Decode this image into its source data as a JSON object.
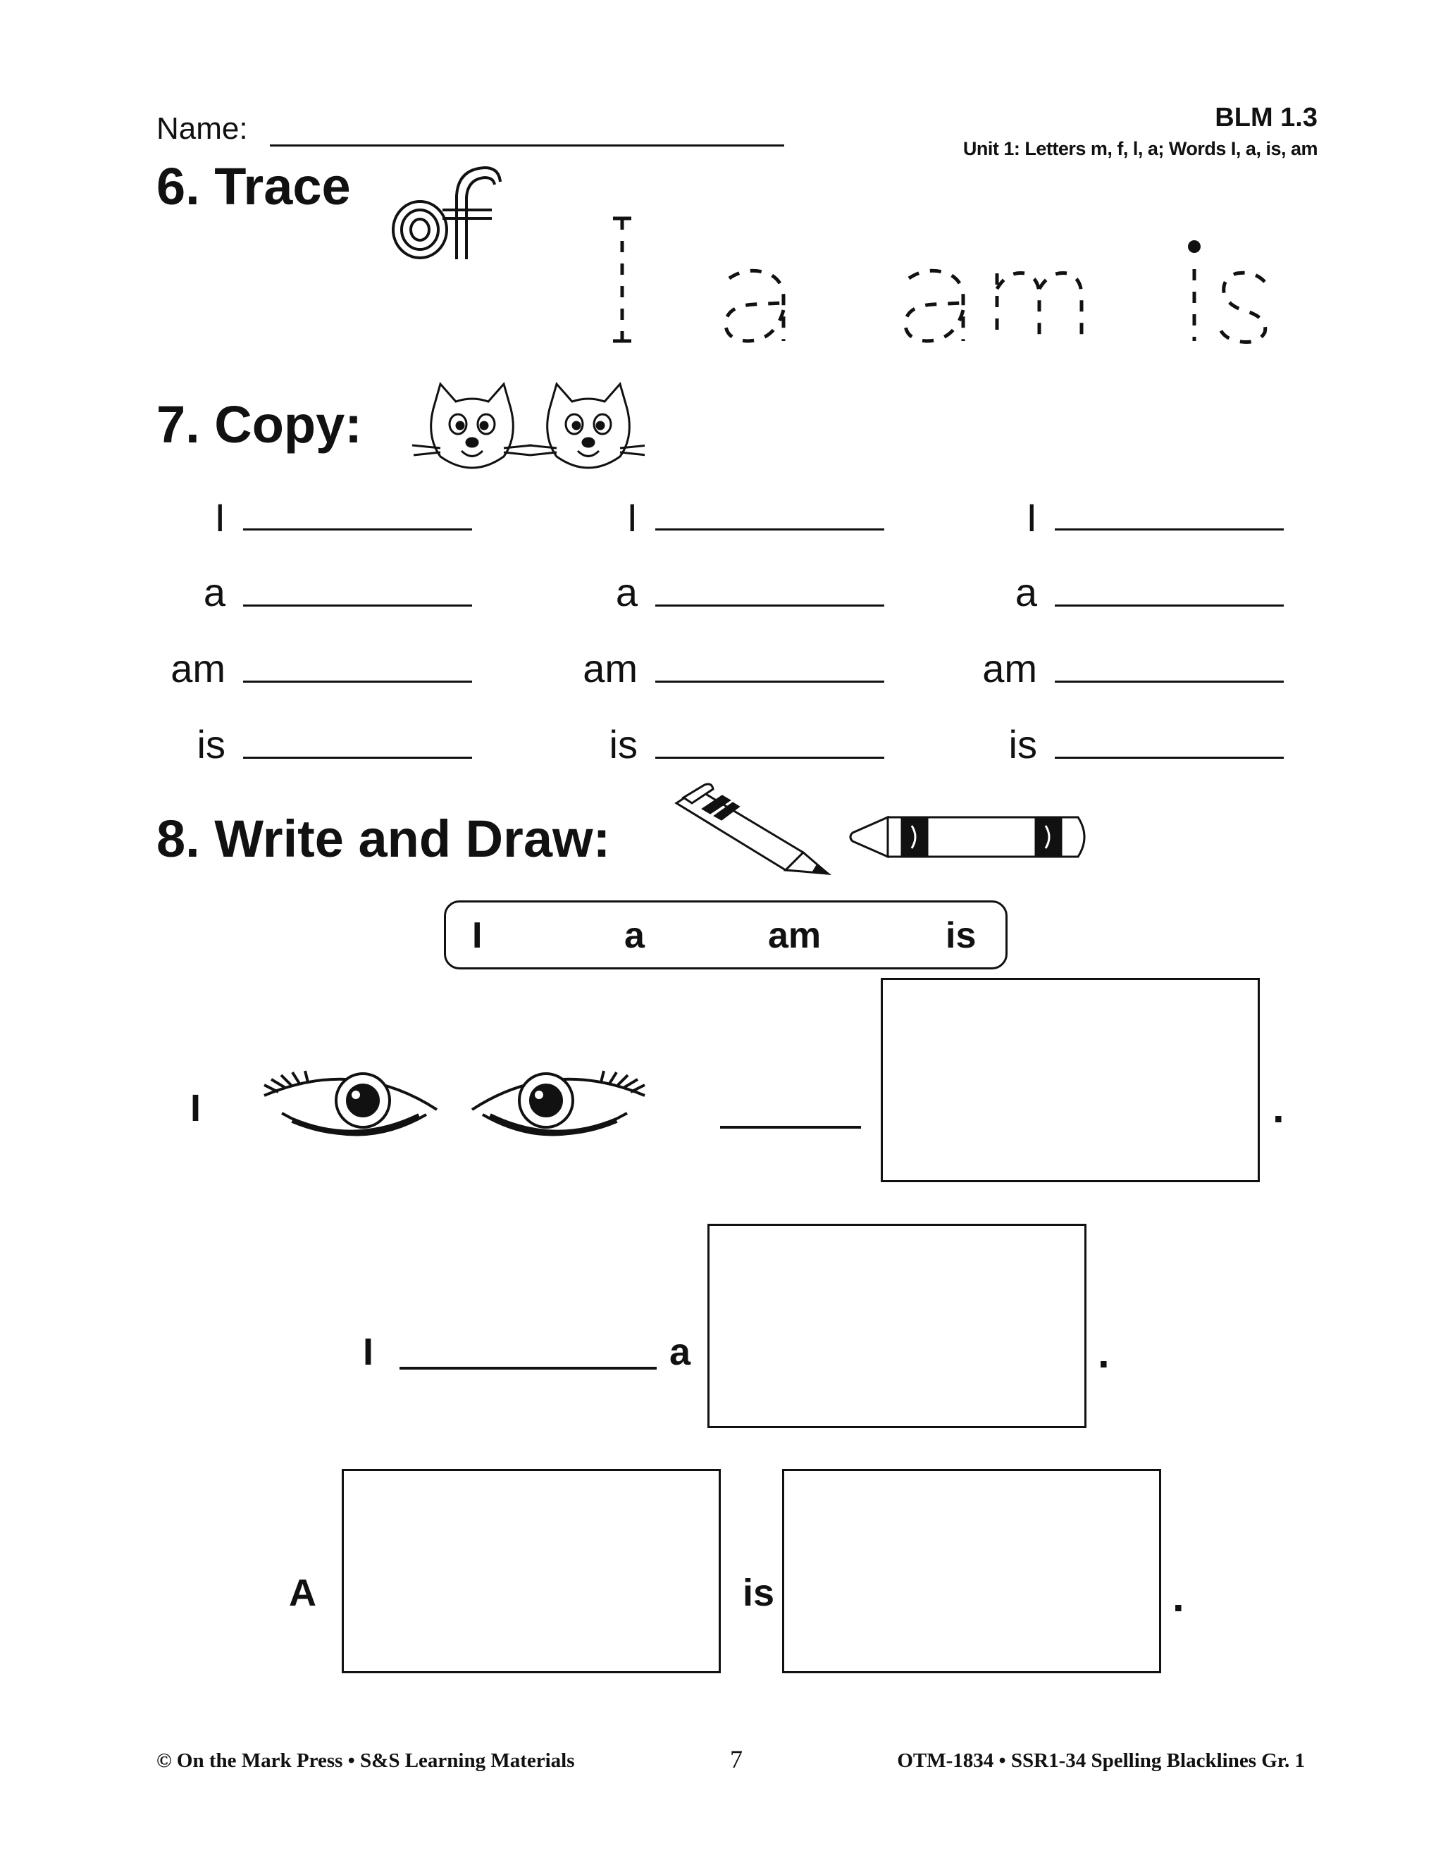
{
  "header": {
    "name_label": "Name:",
    "blm_id": "BLM 1.3",
    "unit_subtitle": "Unit 1:  Letters m, f, l, a;  Words I, a, is, am"
  },
  "sections": {
    "trace": {
      "title": "6.  Trace",
      "icon": "of-sticker-icon",
      "words": [
        "I",
        "a",
        "am",
        "is"
      ]
    },
    "copy": {
      "title": "7.  Copy:",
      "icon": "two-cats-icon",
      "words": [
        "I",
        "a",
        "am",
        "is"
      ],
      "columns": 3
    },
    "write_draw": {
      "title": "8.  Write and Draw:",
      "icons": [
        "pencil-icon",
        "crayon-icon"
      ],
      "word_bank": [
        "I",
        "a",
        "am",
        "is"
      ],
      "sentence1": {
        "start": "I",
        "icon": "eyes-icon",
        "end": "."
      },
      "sentence2": {
        "start": "I",
        "middle": "a",
        "end": "."
      },
      "sentence3": {
        "start": "A",
        "middle": "is",
        "end": "."
      }
    }
  },
  "footer": {
    "left": "© On the Mark Press • S&S Learning Materials",
    "page": "7",
    "right": "OTM-1834 • SSR1-34 Spelling Blacklines Gr. 1"
  }
}
